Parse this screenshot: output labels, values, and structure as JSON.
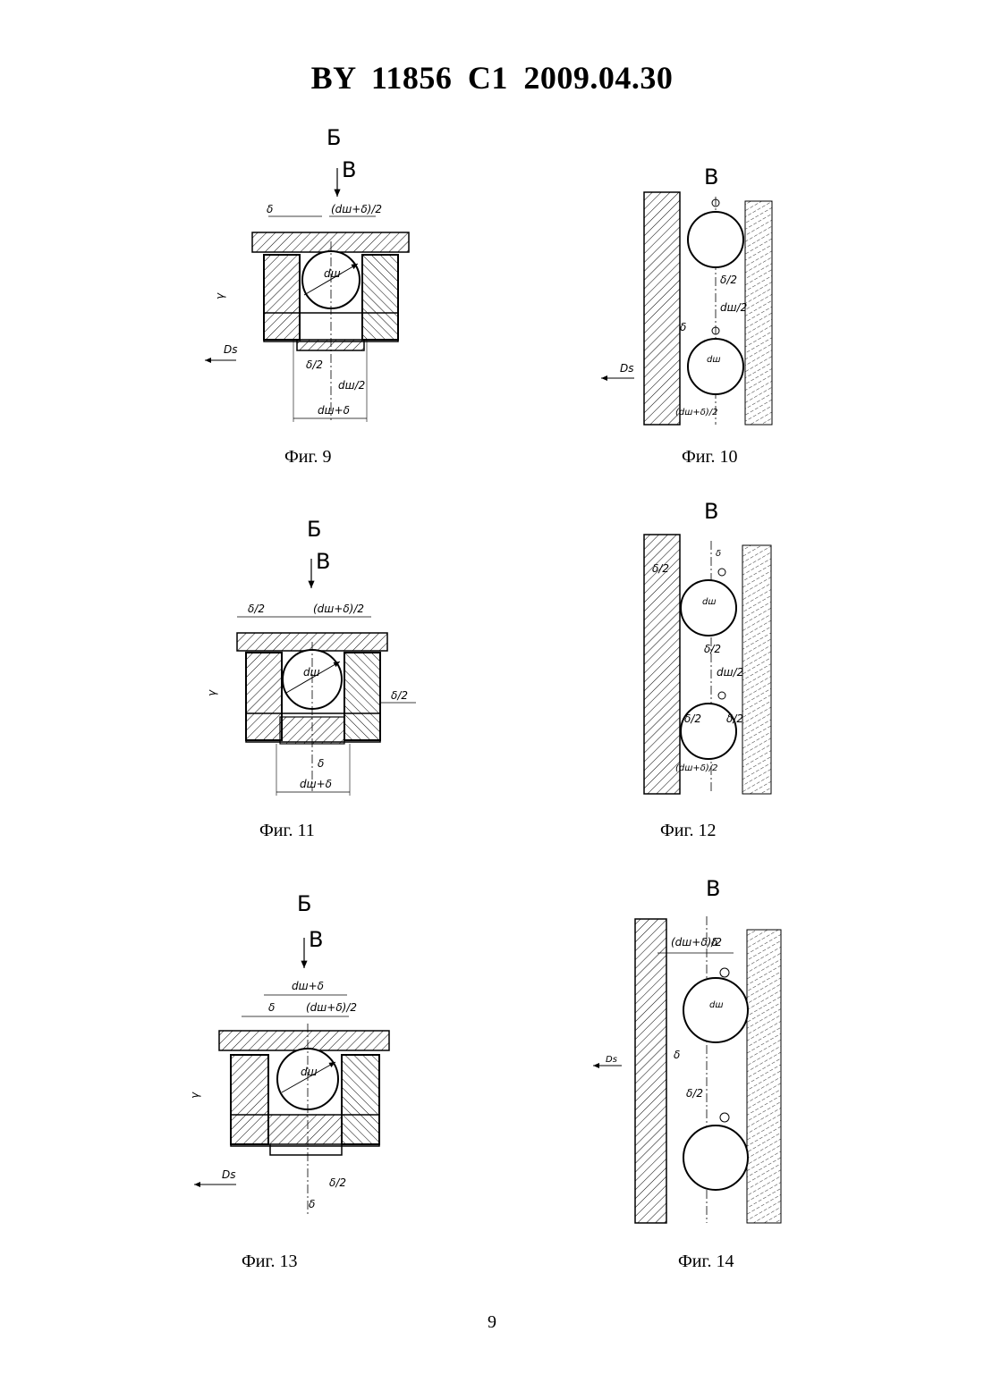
{
  "header": {
    "title": "BY 11856 C1 2009.04.30"
  },
  "figures": [
    {
      "caption": "Фиг. 9",
      "section_label": "Б",
      "view_label": "В",
      "labels": {
        "delta": "δ",
        "d_half": "(dш+δ)/2",
        "dw": "dш",
        "gamma": "γ",
        "ds": "Ds",
        "delta_half": "δ/2",
        "dw_half": "dш/2",
        "dw_plus_delta": "dш+δ"
      }
    },
    {
      "caption": "Фиг. 10",
      "view_label": "В",
      "labels": {
        "delta_half": "δ/2",
        "dw_half": "dш/2",
        "delta": "δ",
        "dw": "dш",
        "ds": "Ds",
        "d_half": "(dш+δ)/2"
      }
    },
    {
      "caption": "Фиг. 11",
      "section_label": "Б",
      "view_label": "В",
      "labels": {
        "delta_half": "δ/2",
        "d_half": "(dш+δ)/2",
        "dw": "dш",
        "gamma": "γ",
        "delta_half_right": "δ/2",
        "delta": "δ",
        "dw_plus_delta": "dш+δ"
      }
    },
    {
      "caption": "Фиг. 12",
      "view_label": "В",
      "labels": {
        "delta": "δ",
        "delta_half": "δ/2",
        "dw": "dш",
        "delta_half_mid": "δ/2",
        "dw_half": "dш/2",
        "delta_half_a": "δ/2",
        "delta_half_b": "δ/2",
        "d_half": "(dш+δ)/2"
      }
    },
    {
      "caption": "Фиг. 13",
      "section_label": "Б",
      "view_label": "В",
      "labels": {
        "dw_plus_delta": "dш+δ",
        "delta": "δ",
        "d_half": "(dш+δ)/2",
        "dw": "dш",
        "gamma": "γ",
        "ds": "Ds",
        "delta_half": "δ/2",
        "delta_bottom": "δ"
      }
    },
    {
      "caption": "Фиг. 14",
      "view_label": "В",
      "labels": {
        "d_half": "(dш+δ)/2",
        "delta": "δ",
        "dw": "dш",
        "ds": "Ds",
        "delta_mid": "δ",
        "delta_half": "δ/2"
      }
    }
  ],
  "page_number": "9"
}
